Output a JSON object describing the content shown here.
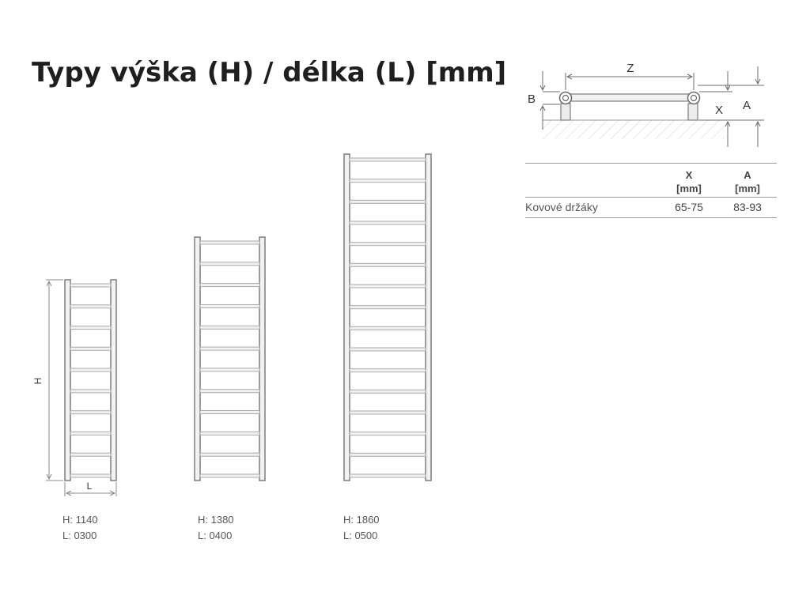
{
  "title": "Typy výška (H) / délka (L) [mm]",
  "variants": [
    {
      "height_text": "H: 1140",
      "length_text": "L: 0300",
      "rungs": 10
    },
    {
      "height_text": "H: 1380",
      "length_text": "L: 0400",
      "rungs": 12
    },
    {
      "height_text": "H: 1860",
      "length_text": "L: 0500",
      "rungs": 16
    }
  ],
  "dimension_labels": {
    "height": "H",
    "length": "L"
  },
  "mount_diagram": {
    "label_z": "Z",
    "label_b": "B",
    "label_x": "X",
    "label_a": "A"
  },
  "table": {
    "col_x": {
      "name": "X",
      "unit": "[mm]"
    },
    "col_a": {
      "name": "A",
      "unit": "[mm]"
    },
    "rows": [
      {
        "label": "Kovové držáky",
        "x": "65-75",
        "a": "83-93"
      }
    ]
  },
  "colors": {
    "frame": "#7d7d7d",
    "fill": "#f2f2f2",
    "rung": "#a9a9a9",
    "text": "#333333"
  }
}
